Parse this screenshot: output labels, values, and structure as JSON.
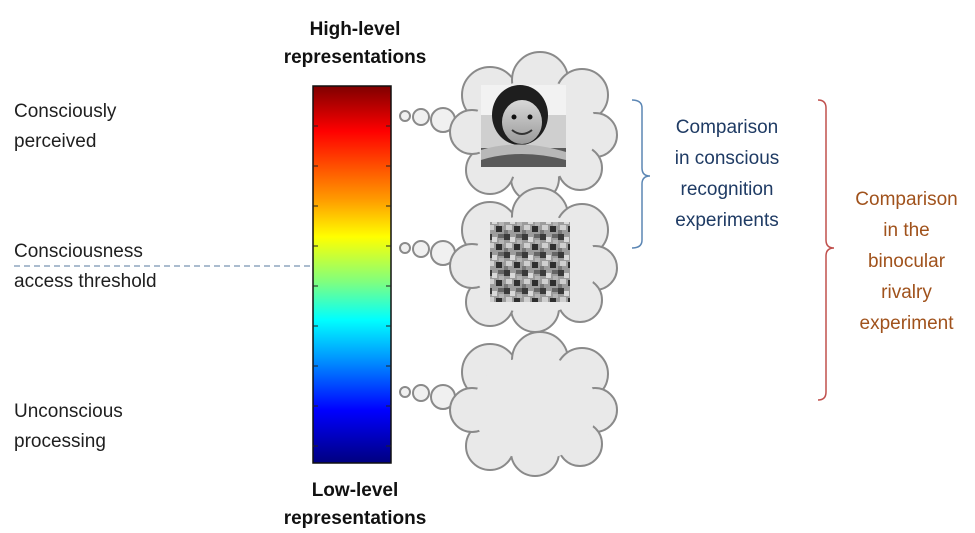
{
  "top_title": [
    "High-level",
    "representations"
  ],
  "bottom_title": [
    "Low-level",
    "representations"
  ],
  "left_labels": {
    "conscious": [
      "Consciously",
      "perceived"
    ],
    "threshold": [
      "Consciousness",
      "access threshold"
    ],
    "unconscious": [
      "Unconscious",
      "processing"
    ]
  },
  "bracket_blue": [
    "Comparison",
    "in conscious",
    "recognition",
    "experiments"
  ],
  "bracket_red": [
    "Comparison",
    "in the",
    "binocular",
    "rivalry",
    "experiment"
  ],
  "colors": {
    "blue_bracket": "#5b86b4",
    "blue_text": "#1f3b64",
    "red_bracket": "#c0504d",
    "red_text": "#a0521c",
    "threshold_line": "#8fa5bf",
    "cloud_fill": "#e9e9e9",
    "cloud_stroke": "#8a8a8a"
  },
  "thought_bubbles": [
    {
      "content": "face photograph"
    },
    {
      "content": "scrambled noise image"
    },
    {
      "content": "empty"
    }
  ]
}
